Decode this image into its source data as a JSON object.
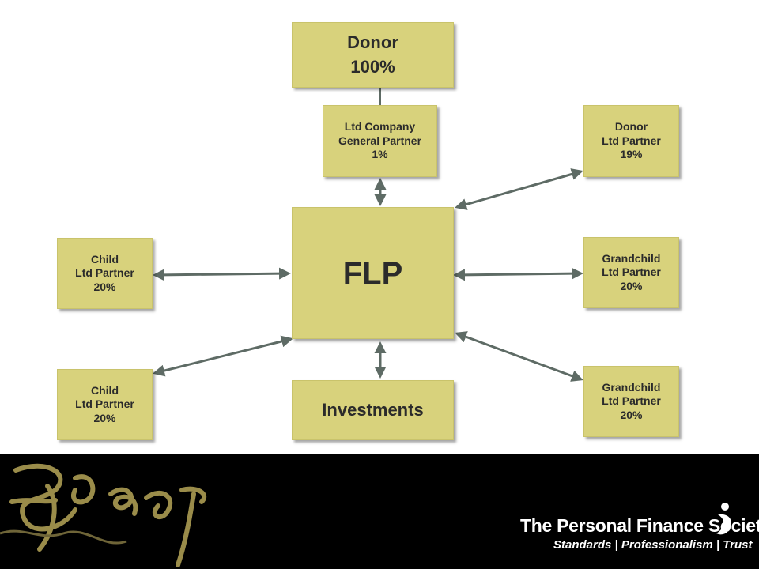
{
  "diagram": {
    "donor_top": [
      "Donor",
      "100%"
    ],
    "ltd_company": [
      "Ltd Company",
      "General Partner",
      "1%"
    ],
    "donor_ltd": [
      "Donor",
      "Ltd Partner",
      "19%"
    ],
    "flp": "FLP",
    "child_1": [
      "Child",
      "Ltd Partner",
      "20%"
    ],
    "grandchild_1": [
      "Grandchild",
      "Ltd Partner",
      "20%"
    ],
    "child_2": [
      "Child",
      "Ltd Partner",
      "20%"
    ],
    "grandchild_2": [
      "Grandchild",
      "Ltd Partner",
      "20%"
    ],
    "investments": "Investments"
  },
  "footer": {
    "society_name": "The Personal Finance Society",
    "tagline": "Standards | Professionalism | Trust"
  },
  "colors": {
    "box_fill": "#d8d27c",
    "arrow": "#5e6b65",
    "footer_bg": "#000000",
    "logo_gold": "#9a8c4a"
  }
}
